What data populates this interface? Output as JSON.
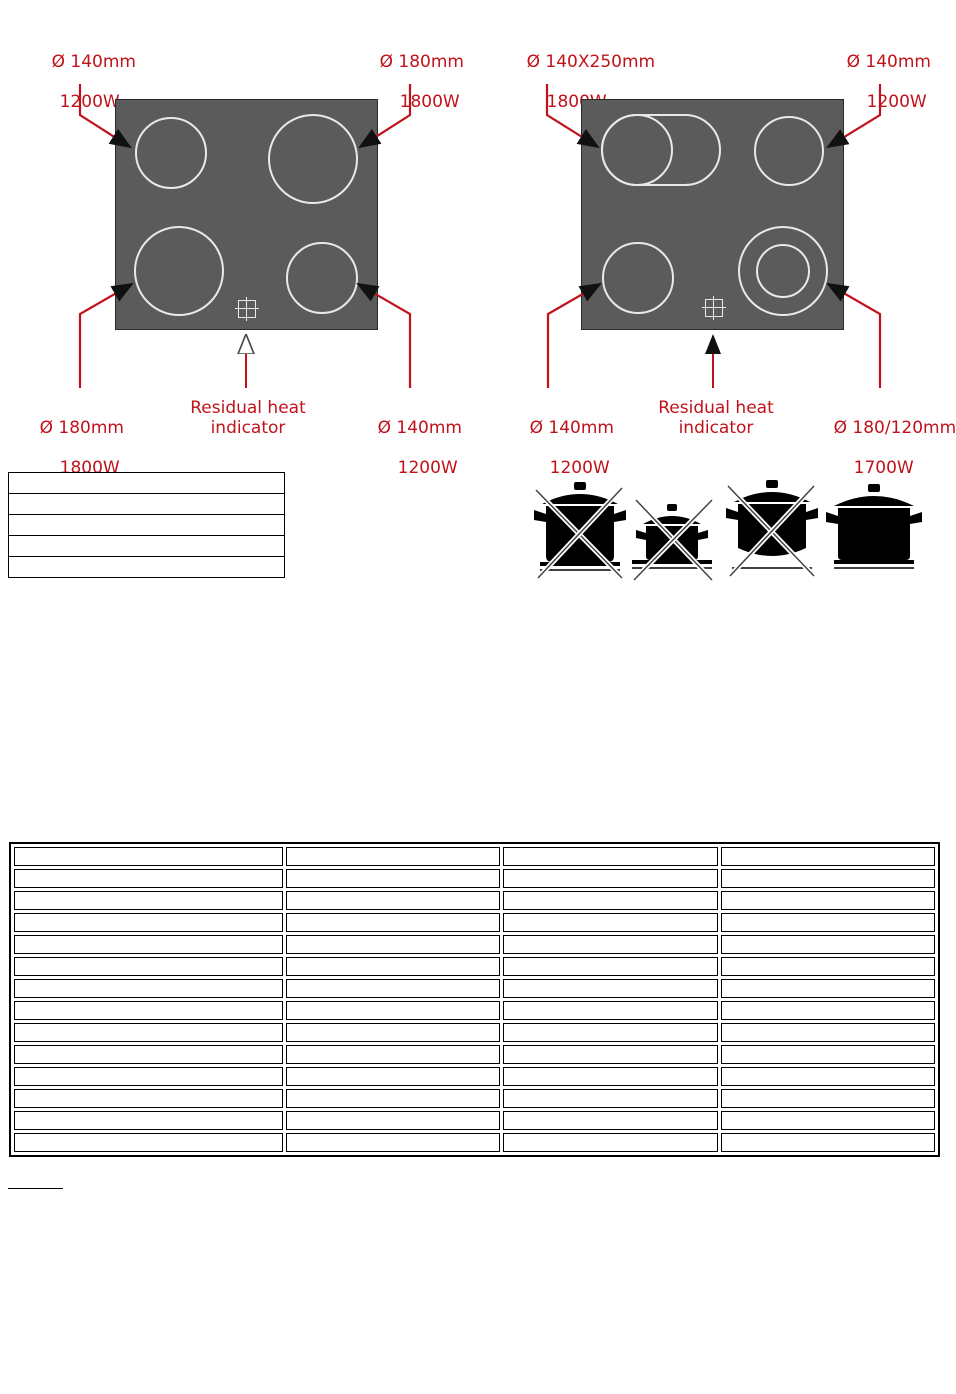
{
  "left_hob": {
    "top_left_zone": {
      "size": "Ø 140mm",
      "power": "1200W"
    },
    "top_right_zone": {
      "size": "Ø 180mm",
      "power": "1800W"
    },
    "bottom_left_zone": {
      "size": "Ø 180mm",
      "power": "1800W"
    },
    "bottom_right_zone": {
      "size": "Ø 140mm",
      "power": "1200W"
    },
    "indicator_label": "Residual heat\nindicator"
  },
  "right_hob": {
    "top_left_zone": {
      "size": "Ø 140X250mm",
      "power": "1800W"
    },
    "top_right_zone": {
      "size": "Ø 140mm",
      "power": "1200W"
    },
    "bottom_left_zone": {
      "size": "Ø 140mm",
      "power": "1200W"
    },
    "bottom_right_zone": {
      "size": "Ø 180/120mm",
      "power": "1700W"
    },
    "indicator_label": "Residual heat\nindicator"
  },
  "colors": {
    "label_red": "#c1121c",
    "panel_gray": "#5b5b5b",
    "zone_outline": "#e9e9e9"
  },
  "small_table": {
    "rows": 5
  },
  "big_table": {
    "rows": 14,
    "columns": 4
  },
  "pot_illustrations": [
    {
      "name": "tall-pot-crossed-icon",
      "crossed": true
    },
    {
      "name": "small-pot-crossed-icon",
      "crossed": true
    },
    {
      "name": "warped-base-pot-crossed-icon",
      "crossed": true
    },
    {
      "name": "correct-pot-icon",
      "crossed": false
    }
  ]
}
